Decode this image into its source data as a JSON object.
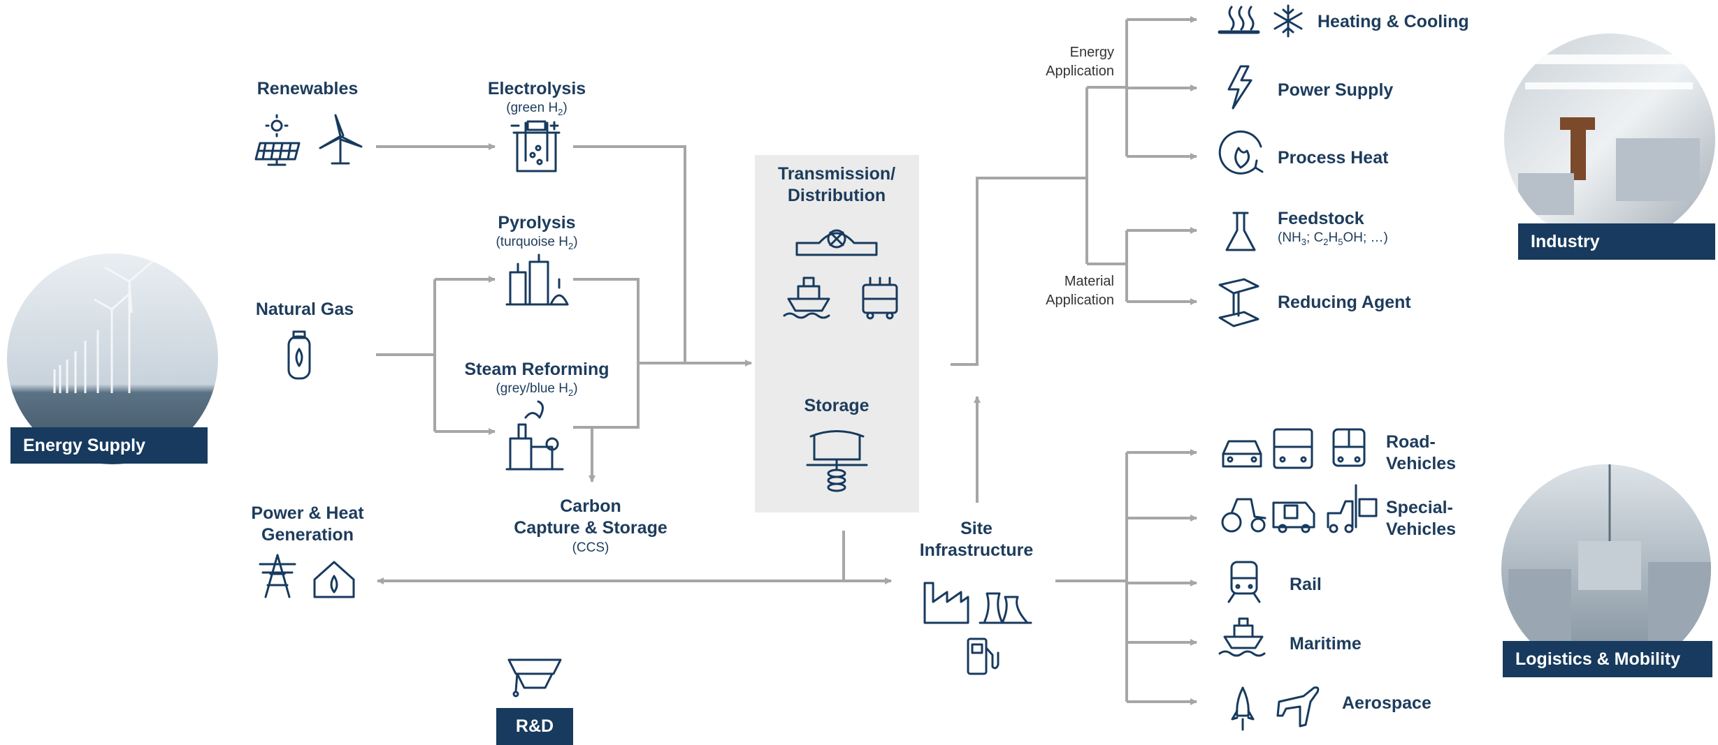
{
  "sources": {
    "renewables": "Renewables",
    "natural_gas": "Natural Gas",
    "power_heat": [
      "Power & Heat",
      "Generation"
    ]
  },
  "processes": {
    "electrolysis": {
      "title": "Electrolysis",
      "sub_pre": "(green H",
      "sub_idx": "2",
      "sub_post": ")"
    },
    "pyrolysis": {
      "title": "Pyrolysis",
      "sub_pre": "(turquoise H",
      "sub_idx": "2",
      "sub_post": ")"
    },
    "steam_reforming": {
      "title": "Steam Reforming",
      "sub_pre": "(grey/blue H",
      "sub_idx": "2",
      "sub_post": ")"
    },
    "ccs": {
      "line1": "Carbon",
      "line2": "Capture & Storage",
      "abbr": "(CCS)"
    }
  },
  "hub": {
    "transmission": [
      "Transmission/",
      "Distribution"
    ],
    "storage": "Storage",
    "site": [
      "Site",
      "Infrastructure"
    ]
  },
  "branches": {
    "energy_application": [
      "Energy",
      "Application"
    ],
    "material_application": [
      "Material",
      "Application"
    ]
  },
  "industry_uses": {
    "heating_cooling": "Heating & Cooling",
    "power_supply": "Power Supply",
    "process_heat": "Process Heat",
    "feedstock": "Feedstock",
    "feedstock_formula": {
      "a": "(NH",
      "a_idx": "3",
      "b": "; C",
      "b_idx": "2",
      "c": "H",
      "c_idx": "5",
      "d": "OH; …)"
    },
    "reducing_agent": "Reducing Agent"
  },
  "mobility_uses": {
    "road": [
      "Road-",
      "Vehicles"
    ],
    "special": [
      "Special-",
      "Vehicles"
    ],
    "rail": "Rail",
    "maritime": "Maritime",
    "aerospace": "Aerospace"
  },
  "tags": {
    "energy_supply": "Energy Supply",
    "industry": "Industry",
    "logistics": "Logistics & Mobility",
    "rnd": "R&D"
  },
  "colors": {
    "navy": "#173a5e",
    "text": "#1d3c5c",
    "arrow": "#a6a6a6",
    "panel": "#ebebeb"
  },
  "icons": [
    "solar-panel-icon",
    "sun-icon",
    "wind-turbine-icon",
    "electrolyzer-icon",
    "pyrolysis-plant-icon",
    "steam-reformer-icon",
    "gas-cylinder-icon",
    "power-pylon-icon",
    "house-flame-icon",
    "pipeline-valve-icon",
    "ship-icon",
    "tank-truck-icon",
    "storage-tank-icon",
    "factory-icon",
    "cooling-tower-icon",
    "fuel-pump-icon",
    "heat-waves-icon",
    "snowflake-icon",
    "lightning-icon",
    "flame-cycle-icon",
    "flask-icon",
    "steel-beam-icon",
    "car-icon",
    "truck-icon",
    "bus-icon",
    "tractor-icon",
    "garbage-truck-icon",
    "forklift-icon",
    "train-icon",
    "rocket-icon",
    "airplane-icon",
    "graduation-cap-icon"
  ]
}
